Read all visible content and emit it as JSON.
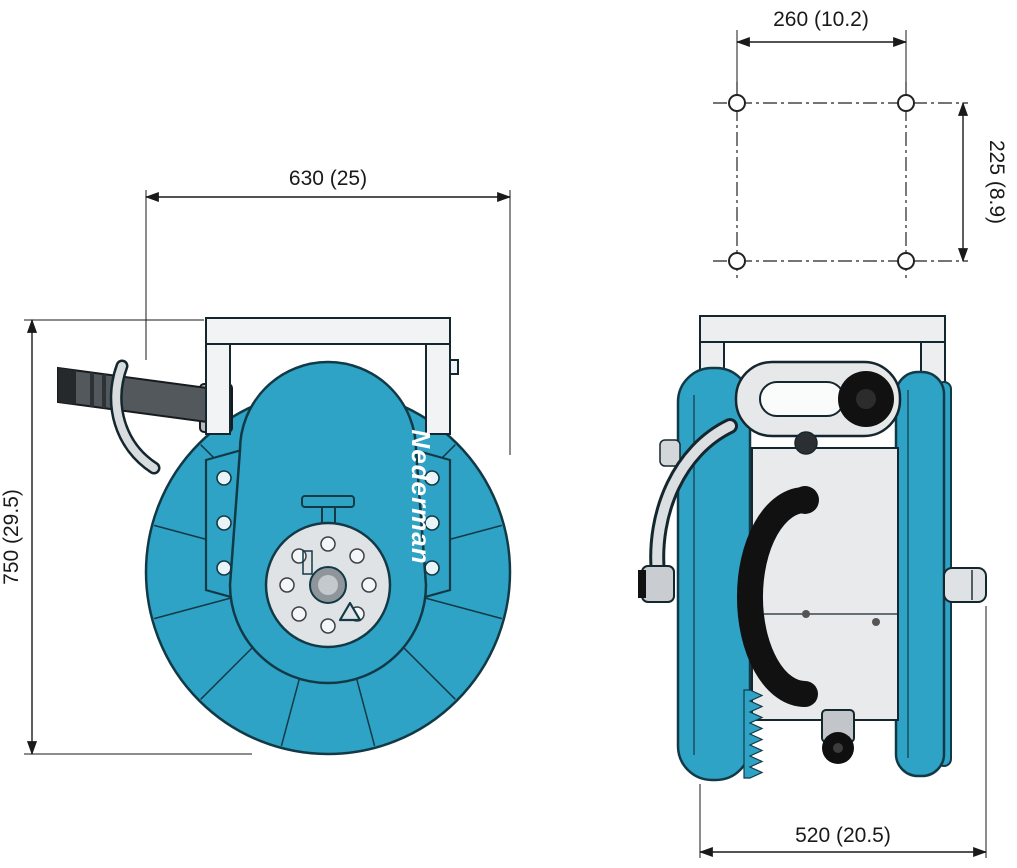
{
  "drawing": {
    "brand_label": "Nederman",
    "dimensions": {
      "front_width": "630 (25)",
      "front_height": "750 (29.5)",
      "hole_spacing_width": "260 (10.2)",
      "hole_spacing_height": "225 (8.9)",
      "side_depth": "520 (20.5)"
    },
    "colors": {
      "reel_teal": "#2fa3c6",
      "outline_dark": "#123a46",
      "metal_gray": "#e8eaec",
      "hose_black": "#111111",
      "dimension_text": "#1a1a1a",
      "background": "#ffffff"
    }
  }
}
